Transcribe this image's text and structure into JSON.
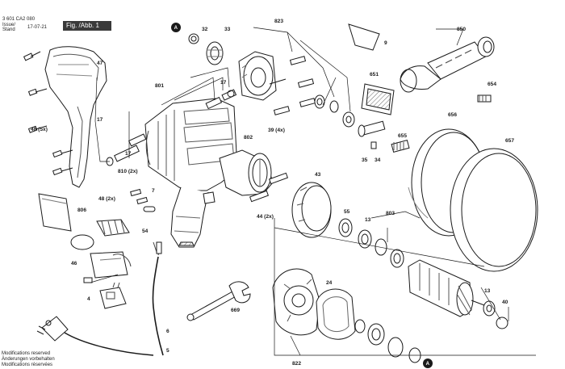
{
  "header": {
    "part_no": "3 601 CA2 080",
    "issue_label_1": "Issue/",
    "issue_label_2": "Stand",
    "issue_date": "17-07-21",
    "figure": "Fig. /Abb. 1"
  },
  "footer": {
    "line1": "Modifications reserved",
    "line2": "Änderungen vorbehalten",
    "line3": "Modifications réservées"
  },
  "marker": "A",
  "labels": {
    "l47": "47",
    "l801": "801",
    "l17a": "17",
    "l17b": "17",
    "l17c": "17",
    "l48": "48 (5x)",
    "l810": "810 (2x)",
    "l802": "802",
    "l39": "39 (4x)",
    "l32": "32",
    "l33": "33",
    "l823": "823",
    "l9": "9",
    "l850": "850",
    "l651": "651",
    "l654": "654",
    "l656": "656",
    "l657": "657",
    "l655": "655",
    "l35": "35",
    "l34": "34",
    "l43": "43",
    "l55": "55",
    "l13a": "13",
    "l803": "803",
    "l13b": "13",
    "l40": "40",
    "l44": "44 (2x)",
    "l48b": "48 (2x)",
    "l7": "7",
    "l806": "806",
    "l54": "54",
    "l46": "46",
    "l4": "4",
    "l669": "669",
    "l6": "6",
    "l5": "5",
    "l24": "24",
    "l822": "822"
  }
}
